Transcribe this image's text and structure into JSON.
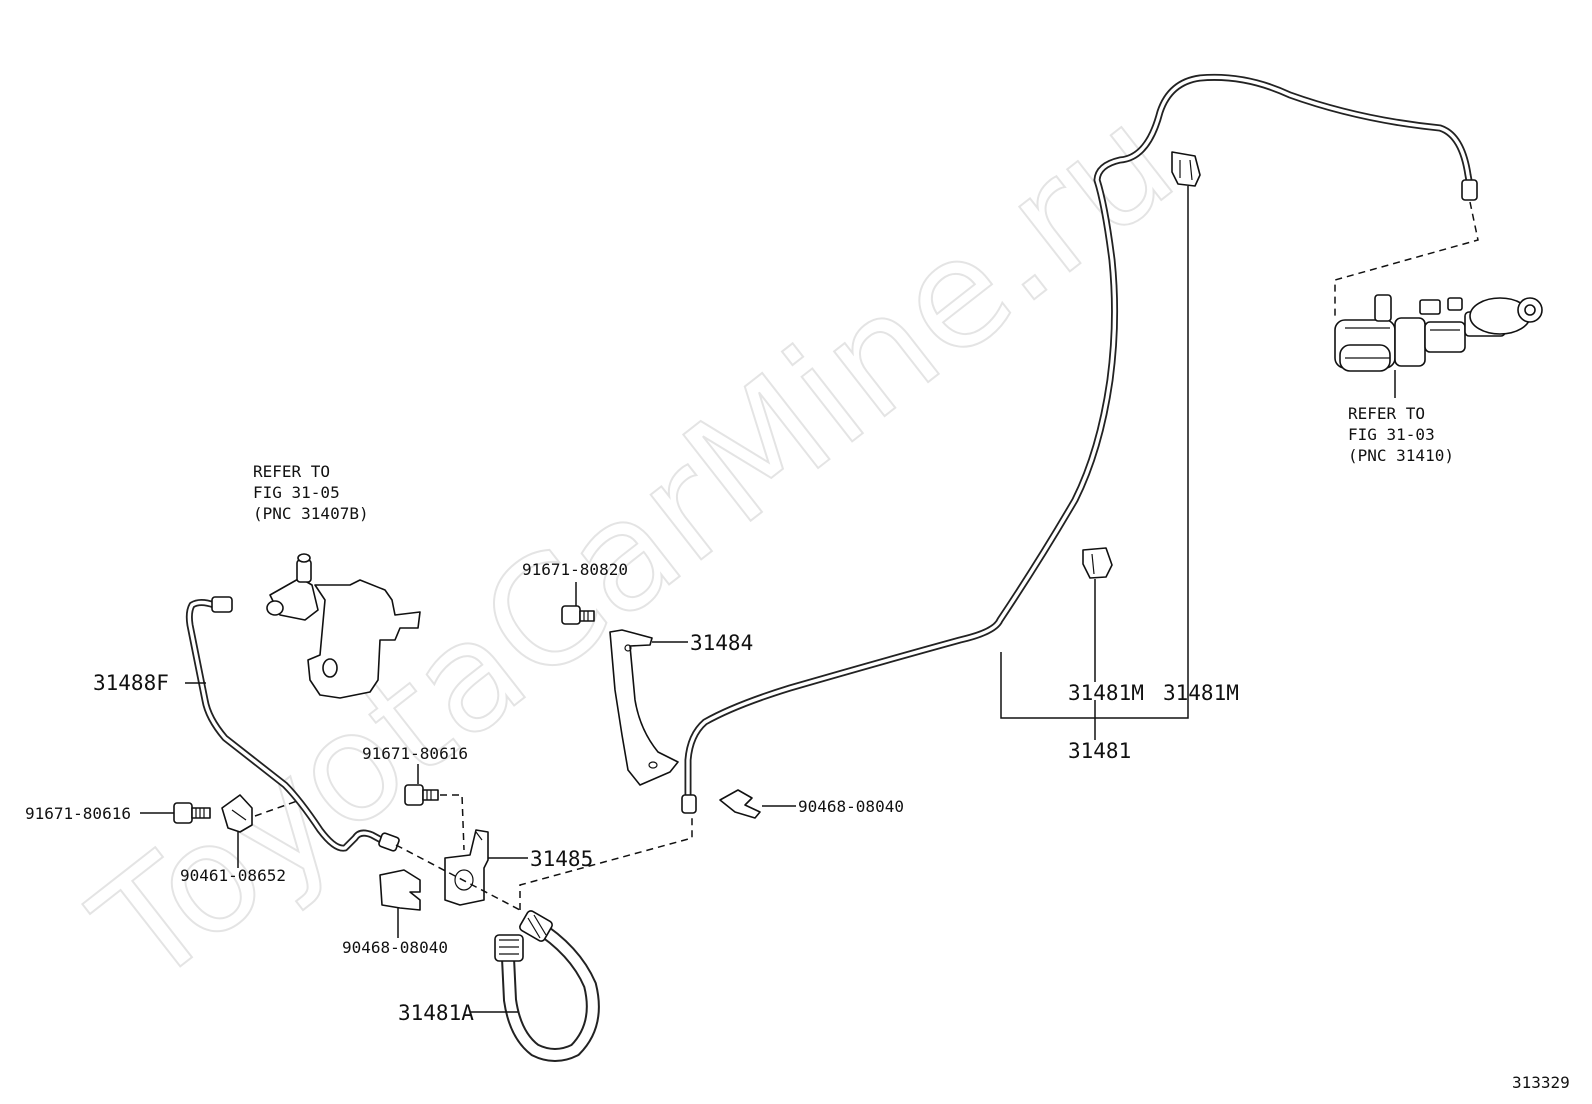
{
  "watermark": "ToyotaCarMine.ru",
  "figure_number": "313329",
  "labels": {
    "p31488F": "31488F",
    "p91671_80616_left": "91671-80616",
    "p90461_08652": "90461-08652",
    "p90468_08040_left": "90468-08040",
    "p91671_80616_mid": "91671-80616",
    "p31485": "31485",
    "p31481A": "31481A",
    "p91671_80820": "91671-80820",
    "p31484": "31484",
    "p90468_08040_right": "90468-08040",
    "p31481M_a": "31481M",
    "p31481M_b": "31481M",
    "p31481": "31481"
  },
  "refs": {
    "left": {
      "line1": "REFER TO",
      "line2": "FIG 31-05",
      "line3": "(PNC 31407B)"
    },
    "right": {
      "line1": "REFER TO",
      "line2": "FIG 31-03",
      "line3": "(PNC 31410)"
    }
  }
}
